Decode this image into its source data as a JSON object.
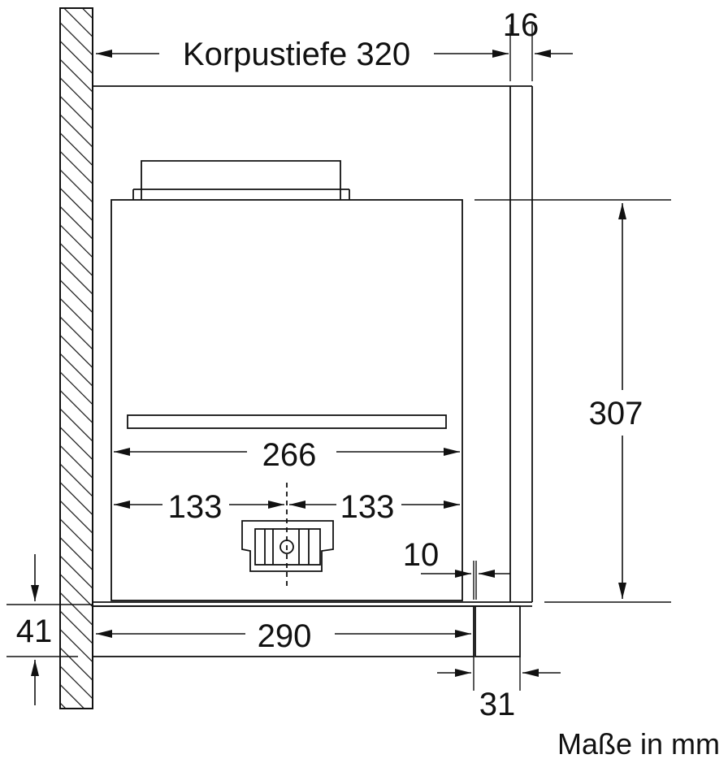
{
  "labels": {
    "depth": "Korpustiefe 320",
    "panel_thickness": "16",
    "height": "307",
    "inner_width": "266",
    "half_left": "133",
    "half_right": "133",
    "gap": "10",
    "bottom_height": "41",
    "bottom_width": "290",
    "front_depth": "31",
    "units": "Maße in mm"
  },
  "colors": {
    "line": "#111111",
    "hatch": "#111111",
    "background": "#ffffff"
  }
}
